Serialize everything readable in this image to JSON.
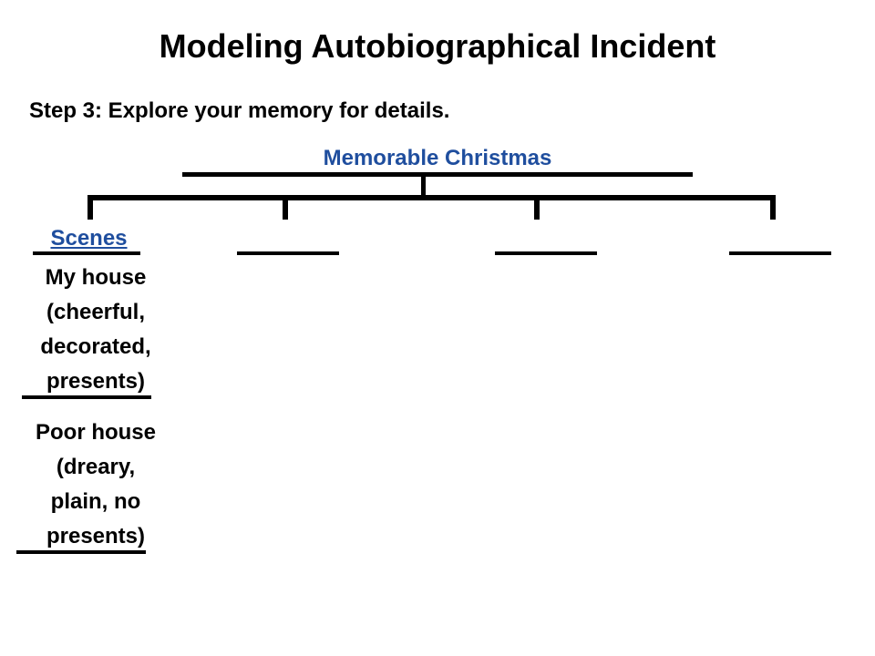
{
  "title": "Modeling Autobiographical Incident",
  "step": "Step 3:  Explore your memory for details.",
  "topic": "Memorable Christmas",
  "colors": {
    "accent": "#1F4E9E",
    "text": "#000000",
    "background": "#FFFFFF"
  },
  "branches": [
    {
      "label": "Scenes",
      "items": [
        {
          "lines": [
            "My house",
            "(cheerful,",
            "decorated,",
            "presents)"
          ]
        },
        {
          "lines": [
            "Poor house",
            "(dreary,",
            "plain, no",
            "presents)"
          ]
        }
      ]
    },
    {
      "label": ""
    },
    {
      "label": ""
    },
    {
      "label": ""
    }
  ]
}
